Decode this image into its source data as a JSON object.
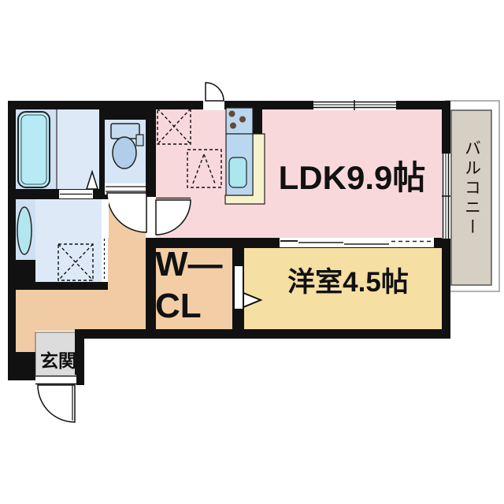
{
  "plan": {
    "type": "japanese-apartment-floorplan",
    "rooms": {
      "ldk": {
        "label": "LDK9.9帖"
      },
      "western_room": {
        "label": "洋室4.5帖"
      },
      "walk_in_closet": {
        "label_line1": "W—",
        "label_line2": "CL"
      },
      "entrance": {
        "label": "玄関"
      },
      "balcony": {
        "label": "バルコニー"
      }
    }
  },
  "colors": {
    "wall": "#111111",
    "ldk": "#f9d8db",
    "western_room": "#f6dfa3",
    "closet": "#f2cda5",
    "hallway": "#f0cba3",
    "balcony": "#d6cfc3",
    "bath_tub_zone": "#cfe1f3",
    "bath_floor": "#dde9f7",
    "toilet_floor": "#d6e6f6",
    "washroom_floor": "#dde9f7",
    "vanity_strip": "#cfe0f2",
    "genkan_gray": "#dcdcdc",
    "fixture_blue": "#b9d7ef",
    "tub_cyan": "#b6ebf6",
    "basin_cyan": "#b4e6f0",
    "sink_cyan": "#ace6ef",
    "toilet_blue": "#c5dbf0",
    "toilet_bowl_blue": "#b0cdea",
    "counter_cream": "#f6f2cc",
    "burner_brown": "#6a4730"
  }
}
